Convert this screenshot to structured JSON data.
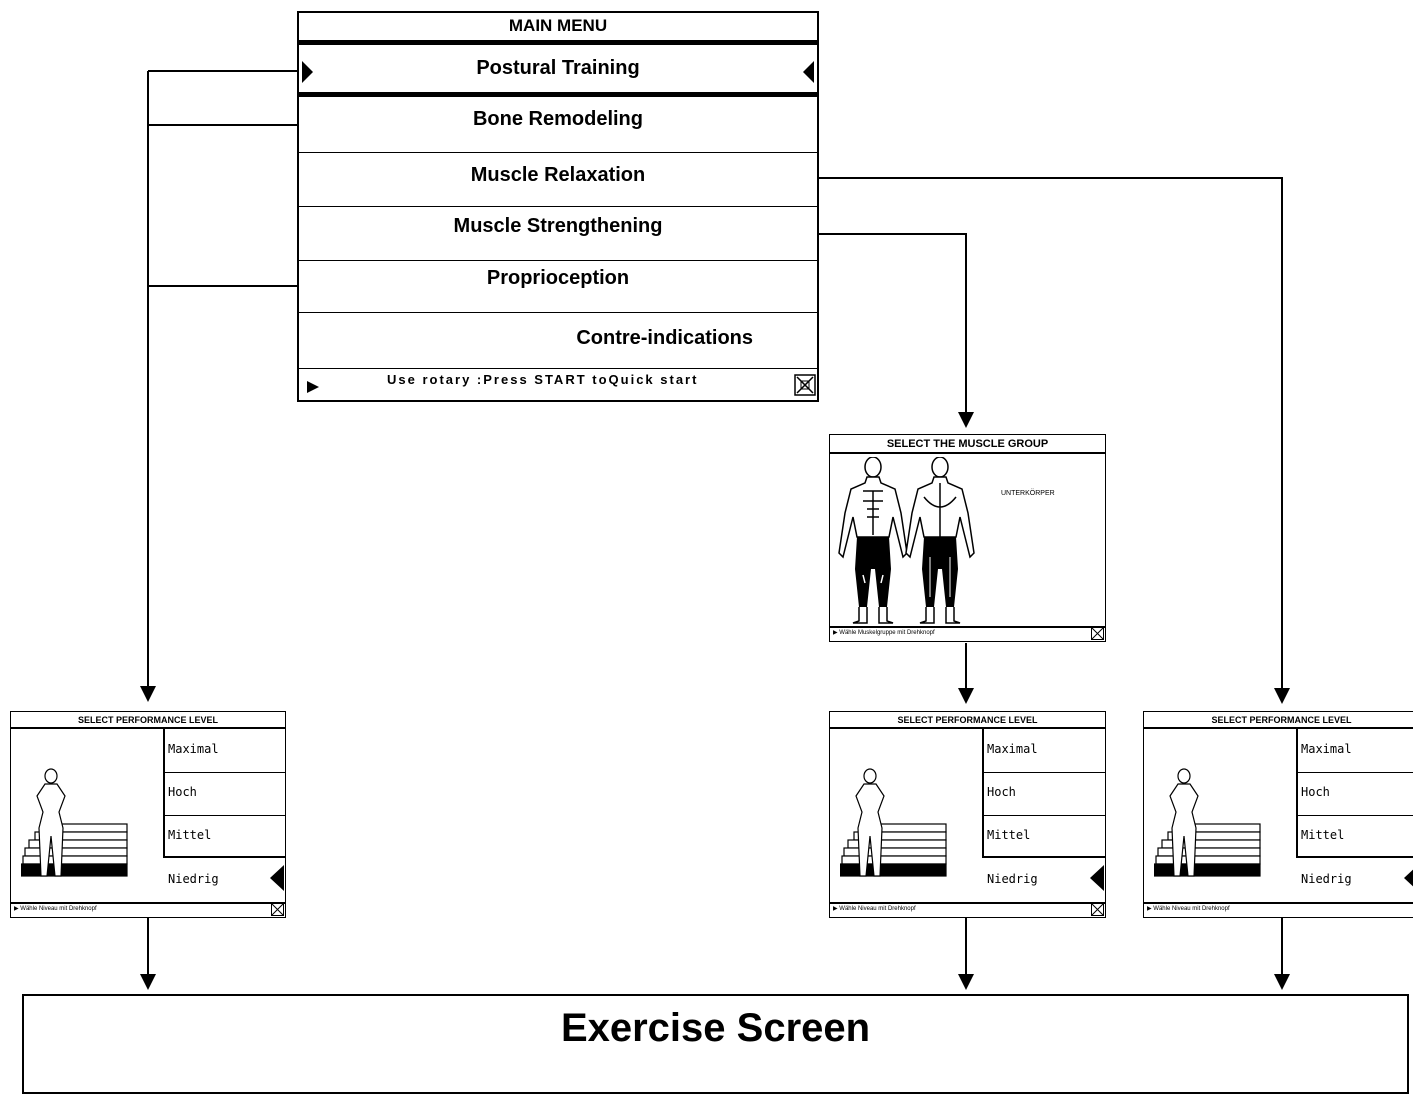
{
  "main_menu": {
    "title": "MAIN MENU",
    "items": [
      {
        "label": "Postural Training",
        "selected": true
      },
      {
        "label": "Bone Remodeling"
      },
      {
        "label": "Muscle Relaxation"
      },
      {
        "label": "Muscle Strengthening"
      },
      {
        "label": "Proprioception"
      },
      {
        "label": "Contre-indications"
      }
    ],
    "footer": "Use rotary :Press START toQuick start"
  },
  "muscle_group": {
    "title": "SELECT THE MUSCLE GROUP",
    "region_label": "UNTERKÖRPER",
    "footer": "Wähle Muskelgruppe mit Drehknopf"
  },
  "performance_screens": [
    {
      "title": "SELECT PERFORMANCE LEVEL",
      "levels": [
        "Maximal",
        "Hoch",
        "Mittel",
        "Niedrig"
      ],
      "selected": "Niedrig",
      "footer": "Wähle Niveau mit Drehknopf"
    },
    {
      "title": "SELECT PERFORMANCE LEVEL",
      "levels": [
        "Maximal",
        "Hoch",
        "Mittel",
        "Niedrig"
      ],
      "selected": "Niedrig",
      "footer": "Wähle Niveau mit Drehknopf"
    },
    {
      "title": "SELECT PERFORMANCE LEVEL",
      "levels": [
        "Maximal",
        "Hoch",
        "Mittel",
        "Niedrig"
      ],
      "selected": "Niedrig",
      "footer": "Wähle Niveau mit Drehknopf"
    }
  ],
  "exercise_screen": {
    "title": "Exercise Screen"
  },
  "colors": {
    "line": "#000000",
    "background": "#ffffff"
  }
}
